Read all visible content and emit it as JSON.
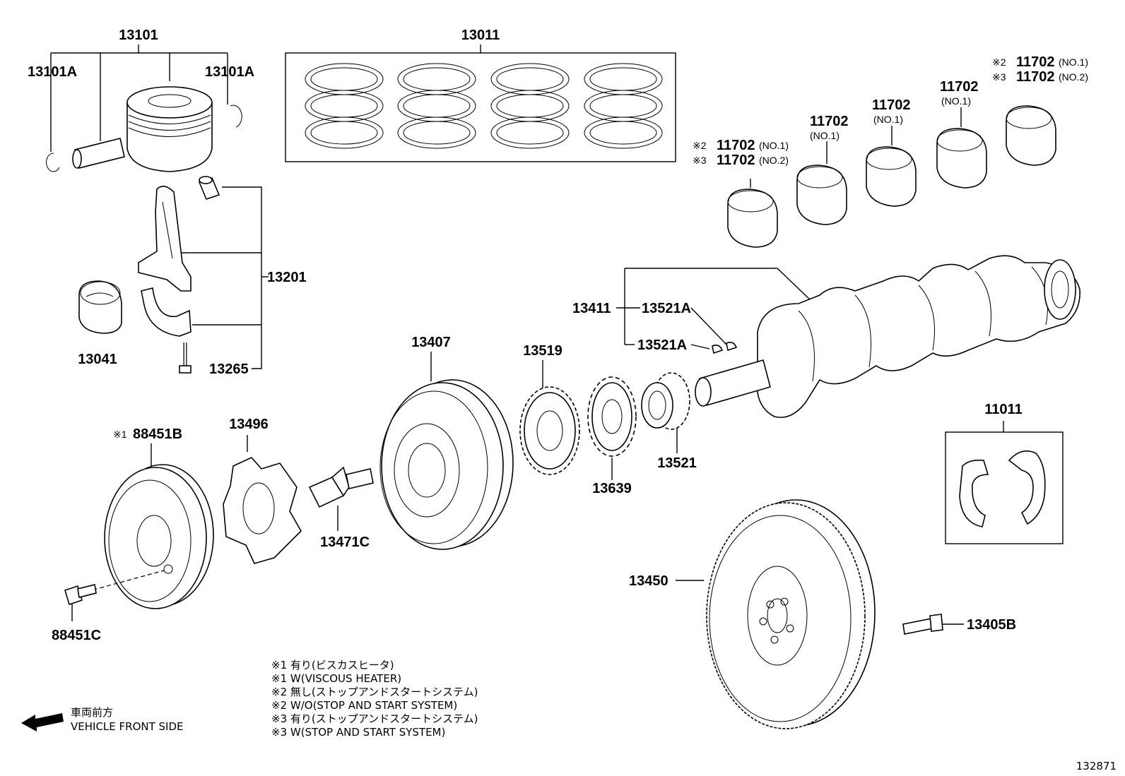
{
  "parts": {
    "p13101": "13101",
    "p13101A_left": "13101A",
    "p13101A_right": "13101A",
    "p13011": "13011",
    "p13201": "13201",
    "p13041": "13041",
    "p13265": "13265",
    "p13407": "13407",
    "p13519": "13519",
    "p13411": "13411",
    "p13521A_top": "13521A",
    "p13521A_bottom": "13521A",
    "p13639": "13639",
    "p13521": "13521",
    "p11011": "11011",
    "p88451B": "88451B",
    "p13496": "13496",
    "p13471C": "13471C",
    "p88451C": "88451C",
    "p13450": "13450",
    "p13405B": "13405B",
    "bearing_a_num": "11702",
    "bearing_a_tag": "(NO.1)",
    "bearing_b_num": "11702",
    "bearing_b_tag": "(NO.1)",
    "bearing_c_num": "11702",
    "bearing_c_tag": "(NO.1)",
    "bearing_left_l1_mark": "※2",
    "bearing_left_l1_num": "11702",
    "bearing_left_l1_tag": "(NO.1)",
    "bearing_left_l2_mark": "※3",
    "bearing_left_l2_num": "11702",
    "bearing_left_l2_tag": "(NO.2)",
    "bearing_right_l1_mark": "※2",
    "bearing_right_l1_num": "11702",
    "bearing_right_l1_tag": "(NO.1)",
    "bearing_right_l2_mark": "※3",
    "bearing_right_l2_num": "11702",
    "bearing_right_l2_tag": "(NO.2)",
    "mark_88451B": "※1"
  },
  "notes": [
    "※1  有り(ビスカスヒータ)",
    "※1  W(VISCOUS HEATER)",
    "※2  無し(ストップアンドスタートシステム)",
    "※2  W/O(STOP AND START SYSTEM)",
    "※3  有り(ストップアンドスタートシステム)",
    "※3  W(STOP AND START SYSTEM)"
  ],
  "front": {
    "jp": "車両前方",
    "en": "VEHICLE FRONT SIDE"
  },
  "diagram_id": "132871"
}
